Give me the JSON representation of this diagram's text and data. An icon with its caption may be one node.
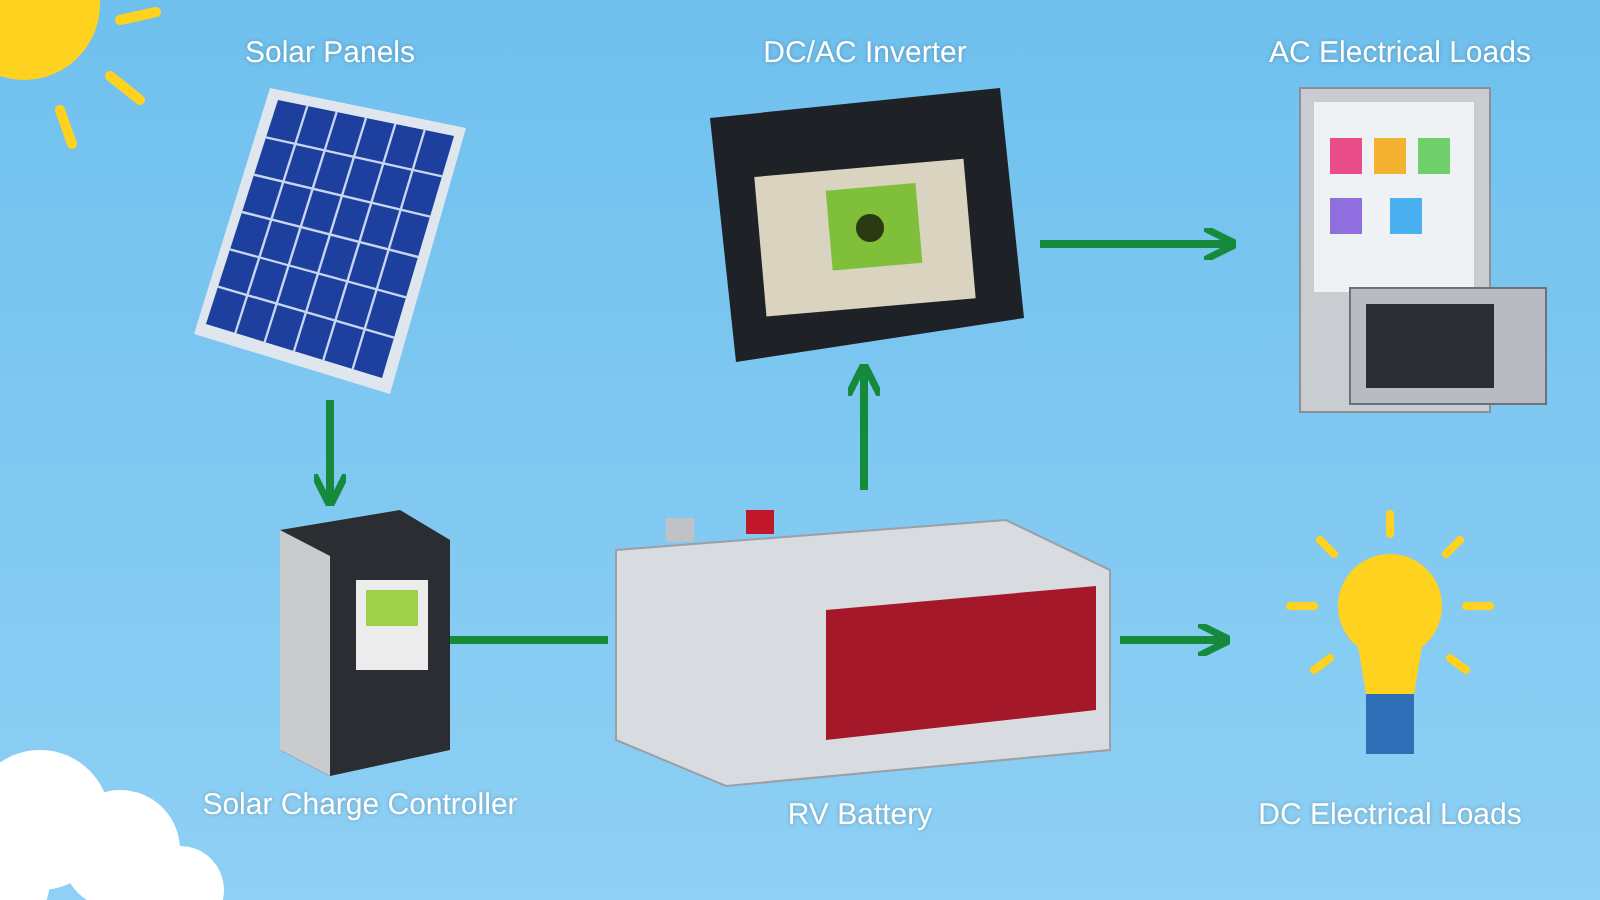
{
  "diagram": {
    "nodes": [
      {
        "text": [
          "Solar Panels"
        ]
      },
      {
        "text": [
          "DC/AC Inverter"
        ]
      },
      {
        "text": [
          "AC Electrical Loads"
        ]
      },
      {
        "text": [
          "Solar Charge Controller"
        ]
      },
      {
        "text": [
          "RV Battery"
        ]
      },
      {
        "text": [
          "DC Electrical Loads"
        ]
      }
    ],
    "edges": [
      {
        "from": 0,
        "to": 3,
        "arrow": "to"
      },
      {
        "from": 3,
        "to": 4,
        "arrow": "none"
      },
      {
        "from": 4,
        "to": 1,
        "arrow": "to"
      },
      {
        "from": 1,
        "to": 2,
        "arrow": "to"
      },
      {
        "from": 4,
        "to": 5,
        "arrow": "to"
      }
    ]
  }
}
